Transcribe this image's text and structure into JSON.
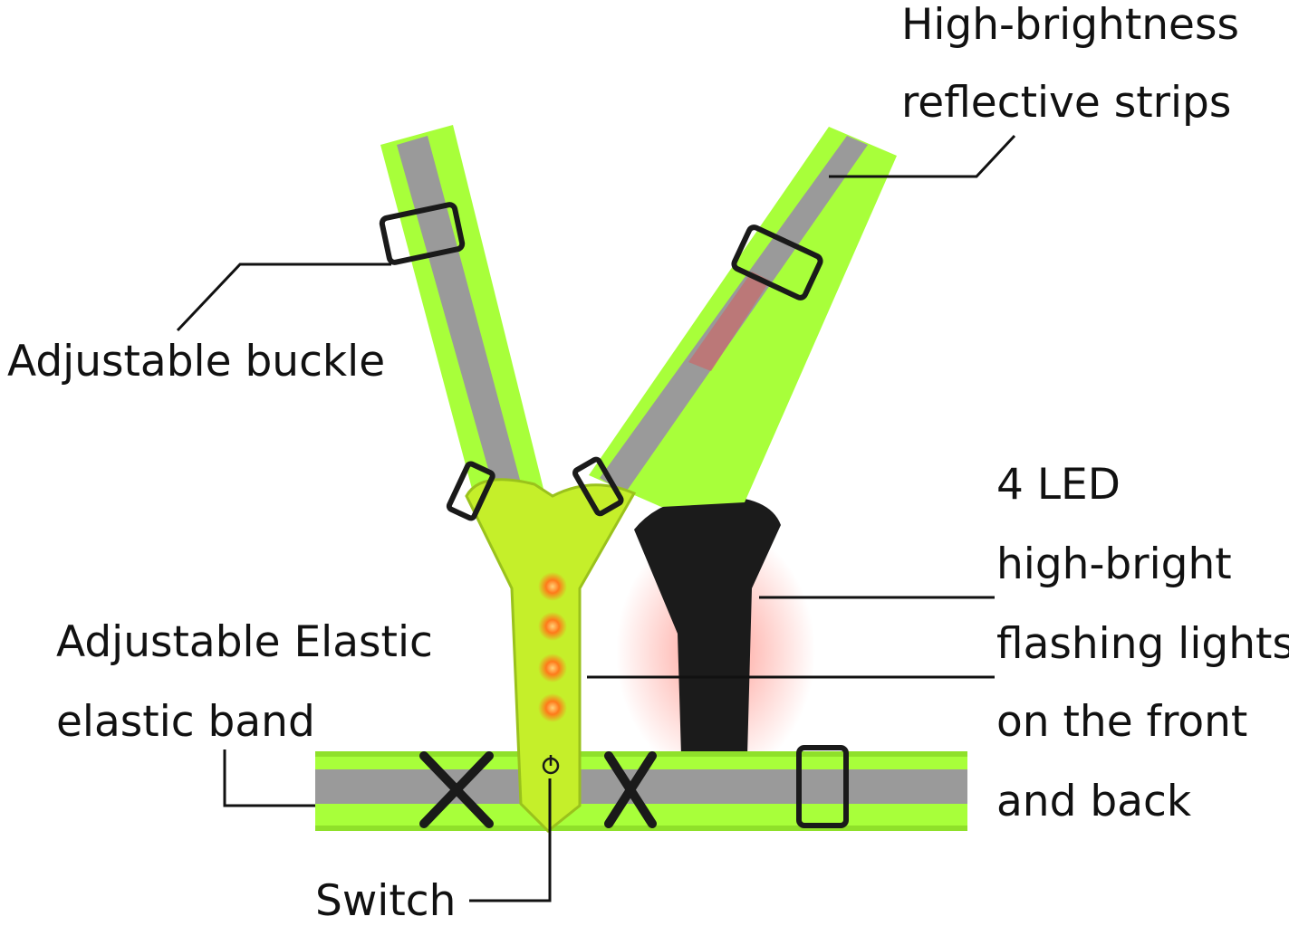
{
  "image": {
    "subject": "LED reflective running vest",
    "colors": {
      "strap": "#a8ff3a",
      "strap_dark": "#8fe02a",
      "reflective": "#9a9a9a",
      "buckle": "#1a1a1a",
      "led": "#ff7a1a",
      "led_glow": "#ff4a3a",
      "back_panel": "#1b1b1b",
      "line": "#111111"
    }
  },
  "labels": {
    "reflective_line1": "High-brightness",
    "reflective_line2": "reflective strips",
    "buckle": "Adjustable buckle",
    "elastic_line1": "Adjustable Elastic",
    "elastic_line2": "elastic band",
    "switch": "Switch",
    "led_line1": "4 LED",
    "led_line2": "high-bright",
    "led_line3": "flashing lights",
    "led_line4": "on the front",
    "led_line5": "and back"
  }
}
